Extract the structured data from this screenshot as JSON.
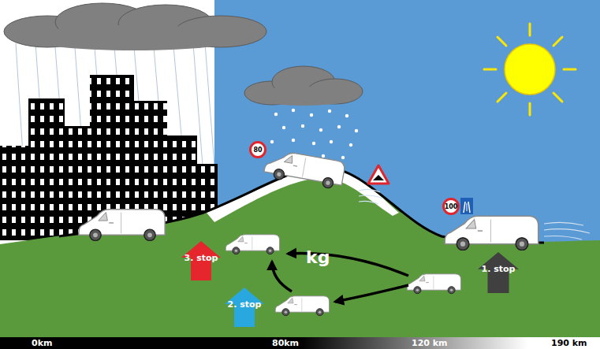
{
  "diagram": {
    "nodes": [
      {
        "text": [
          "80"
        ]
      },
      {
        "text": [
          "100"
        ]
      },
      {
        "text": [
          "1. stop"
        ]
      },
      {
        "text": [
          "2. stop"
        ]
      },
      {
        "text": [
          "3. stop"
        ]
      }
    ],
    "labels": [
      "kg",
      "0km",
      "80km",
      "120 km",
      "190 km"
    ]
  }
}
